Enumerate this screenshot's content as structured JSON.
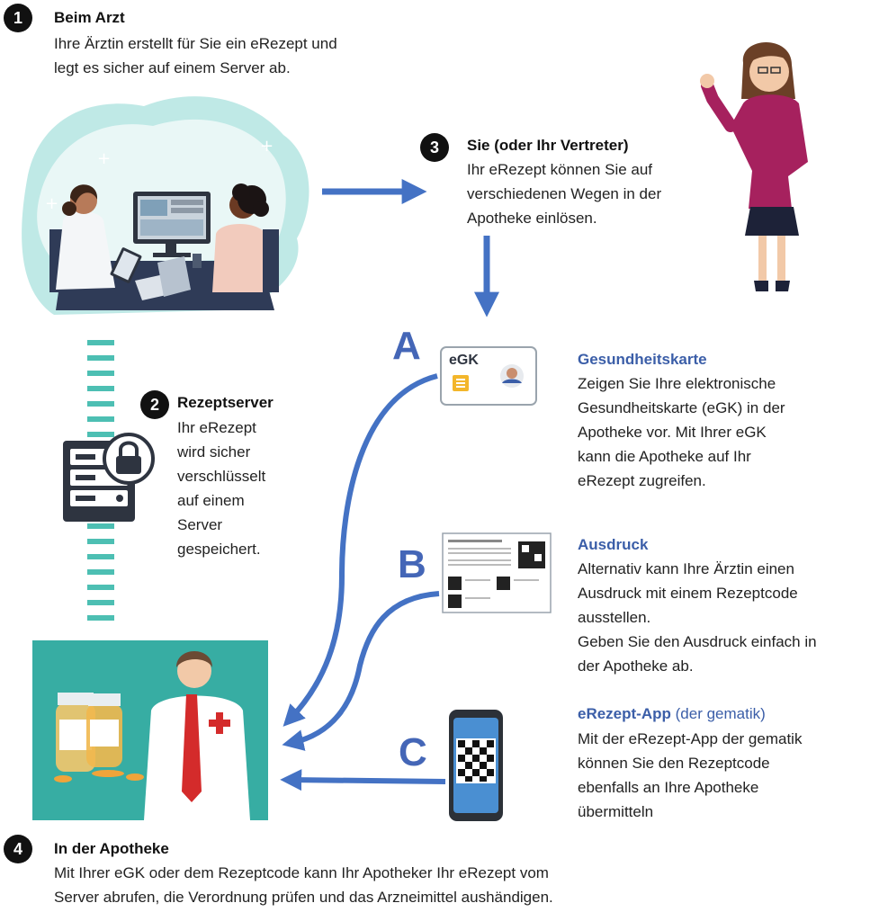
{
  "colors": {
    "arrow": "#4472c4",
    "heading_blue": "#3b5ea8",
    "teal": "#3bb3a8",
    "badge": "#111111"
  },
  "step1": {
    "num": "1",
    "title": "Beim Arzt",
    "lines": [
      "Ihre Ärztin erstellt für Sie ein eRezept und",
      "legt es sicher auf einem Server ab."
    ]
  },
  "step2": {
    "num": "2",
    "title": "Rezeptserver",
    "lines": [
      "Ihr eRezept",
      "wird sicher",
      "verschlüsselt",
      "auf einem",
      "Server",
      "gespeichert."
    ]
  },
  "step3": {
    "num": "3",
    "title": "Sie (oder Ihr Vertreter)",
    "lines": [
      "Ihr eRezept können Sie auf",
      "verschiedenen Wegen in der",
      "Apotheke einlösen."
    ]
  },
  "step4": {
    "num": "4",
    "title": "In der Apotheke",
    "lines": [
      "Mit Ihrer eGK oder dem Rezeptcode kann Ihr Apotheker Ihr eRezept vom",
      "Server abrufen, die Verordnung prüfen und das Arzneimittel aushändigen."
    ]
  },
  "optionA": {
    "letter": "A",
    "title": "Gesundheitskarte",
    "card_label": "eGK",
    "lines": [
      "Zeigen Sie Ihre elektronische",
      "Gesundheitskarte (eGK) in der",
      "Apotheke vor. Mit Ihrer eGK",
      "kann die Apotheke auf Ihr",
      "eRezept zugreifen."
    ]
  },
  "optionB": {
    "letter": "B",
    "title": "Ausdruck",
    "lines": [
      "Alternativ kann Ihre Ärztin einen",
      "Ausdruck mit einem Rezeptcode",
      "ausstellen.",
      "Geben Sie den Ausdruck einfach in",
      "der Apotheke ab."
    ]
  },
  "optionC": {
    "letter": "C",
    "title": "eRezept-App",
    "title_suffix": " (der gematik)",
    "lines": [
      "Mit der eRezept-App der gematik",
      "können Sie den Rezeptcode",
      "ebenfalls an Ihre Apotheke",
      "übermitteln"
    ]
  }
}
